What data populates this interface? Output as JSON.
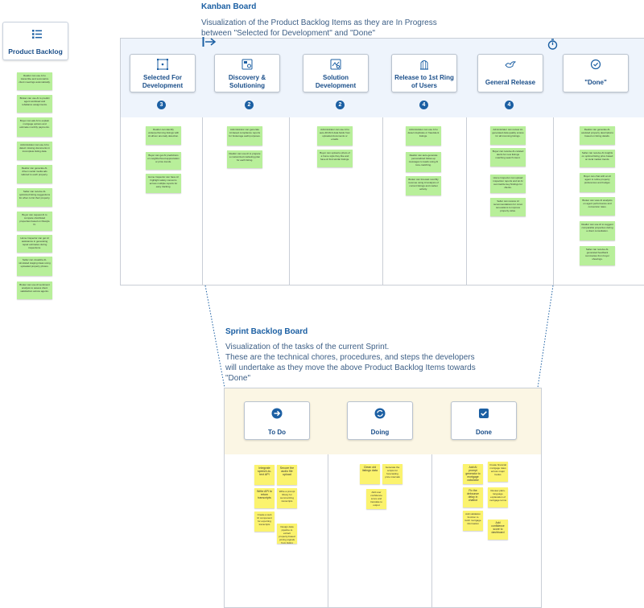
{
  "product_backlog": {
    "title": "Product Backlog",
    "icon": "list-icon",
    "items": [
      "Realtor can use AI to transcribe and summarize client meetings automatically.",
      "Broker can use AI to predict agent workload and rebalance assignments.",
      "Buyer can ask AI to explain mortgage options and estimate monthly payments.",
      "Administrator can use AI to detect missing documents in incomplete listing data.",
      "Realtor can generate AI-driven social media ads tailored to each property.",
      "Seller can receive AI-optimized listing suggestions for when to list their property.",
      "Buyer can request AI to compare shortlisted properties based on lifestyle fit.",
      "Home Inspector can get AI assistance in generating repair estimates during inspections.",
      "Seller can visualize AI-simulated staging ideas using uploaded property photos.",
      "Broker can use AI sentiment analysis to assess client satisfaction across agents."
    ]
  },
  "kanban": {
    "title": "Kanban Board",
    "subtitle_line1": "Visualization of the Product Backlog Items as they are In Progress",
    "subtitle_line2": "between \"Selected for Development\" and \"Done\"",
    "columns": [
      {
        "label": "Selected For Development",
        "count": "3",
        "icon": "grid-icon",
        "items": [
          "Realtor can identify underperforming listings with AI-driven anomaly detection.",
          "Buyer can get AI predictions on neighborhood appreciation or price trends.",
          "Home Inspector can have AI highlight safety concerns across multiple reports for easy tracking."
        ]
      },
      {
        "label": "Discovery & Solutioning",
        "count": "2",
        "icon": "discovery-icon",
        "items": [
          "Administrator can generate AI-based compliance reports for brokerage audit purposes.",
          "Realtor can use AI to prepare a customized marketing plan for each listing."
        ]
      },
      {
        "label": "Solution Development",
        "count": "2",
        "icon": "solution-icon",
        "items": [
          "Administrator can use AI to auto-fill MLS data fields from uploaded documents or emails.",
          "Buyer can upload a photo of a home style they like and have AI find similar listings."
        ]
      },
      {
        "label": "Release to 1st Ring of Users",
        "count": "4",
        "icon": "birdcage-icon",
        "items": [
          "Administrator can use AI to detect duplicate or fraudulent listings.",
          "Realtor can auto-generate personalized follow-up messages to leads using AI tone-matching.",
          "Broker can forecast monthly revenue using AI analysis of current listings and market activity."
        ]
      },
      {
        "label": "General Release",
        "count": "4",
        "icon": "doves-icon",
        "items": [
          "Administrator can review AI-generated data quality scores for all incoming listings.",
          "Buyer can receive AI-curated alerts for new listings matching search intent.",
          "Home Inspector can upload inspection reports and let AI summarize key findings for clients.",
          "Seller can receive AI recommendations for minor renovations to improve property value."
        ]
      },
      {
        "label": "\"Done\"",
        "count": "",
        "icon": "check-circle-icon",
        "items": [
          "Realtor can generate AI-assisted property descriptions based on listing details.",
          "Seller can receive AI insights on optimal listing price based on local market trends.",
          "Buyer can chat with an AI agent to refine property preferences and budget.",
          "Broker can view AI analytics on agent performance and conversion rates.",
          "Realtor can use AI to suggest comparable properties during a client consultation.",
          "Seller can receive AI-generated feedback summaries from buyer showings."
        ]
      }
    ]
  },
  "sprint": {
    "title": "Sprint Backlog Board",
    "line1": "Visualization of the tasks of the current Sprint.",
    "line2": "These are the technical chores, procedures, and steps the developers",
    "line3": "will undertake as they move the above Product Backlog Items towards",
    "line4": "\"Done\"",
    "columns": [
      {
        "label": "To Do",
        "icon": "arrow-right-circle-icon",
        "items": [
          "Integrate speech-to-text API",
          "Secure the audio file upload",
          "Write API to return transcripts",
          "Write a prompt library for summarizing transcripts",
          "Create a web UI component for exporting transcripts",
          "Design data pipeline to extract property-based pricing signals from listing history"
        ]
      },
      {
        "label": "Doing",
        "icon": "sync-icon",
        "items": [
          "Clean old listings data",
          "Generate the scripts for forecasting price intervals",
          "Add user confidence score and translate to output"
        ]
      },
      {
        "label": "Done",
        "icon": "checkbox-icon",
        "items": [
          "Add AI prompt generator to mortgage calculator",
          "Create financial mortgage rates across major banks",
          "Fix the debounce delay in chatbot",
          "Review plain-language explanation of mortgage terms",
          "Add validation function to fetch mortgage information",
          "Add confidence score to dashboard"
        ]
      }
    ]
  },
  "colors": {
    "accent": "#1b5fa3",
    "sticky_green": "#b8ef9a",
    "sticky_yellow": "#fbf36e"
  }
}
